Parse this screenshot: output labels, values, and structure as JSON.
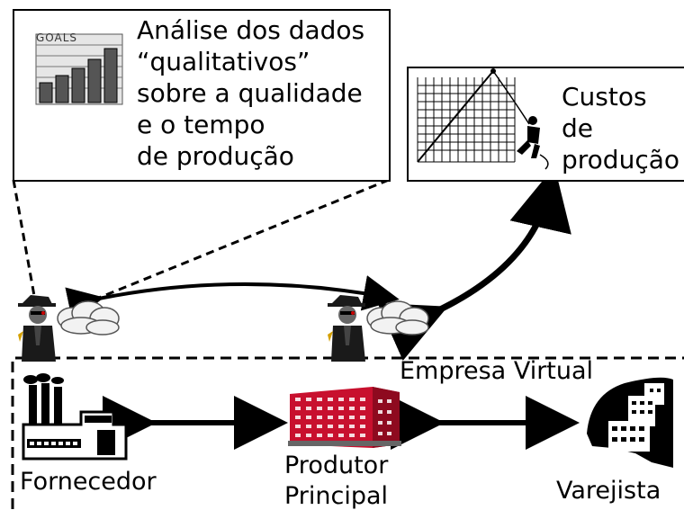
{
  "boxes": {
    "analysis": {
      "lines": [
        "Análise dos dados",
        "“qualitativos”",
        "sobre a qualidade",
        "e o tempo",
        "de produção"
      ],
      "chart_caption": "GOALS"
    },
    "costs": {
      "lines": [
        "Custos",
        "de",
        "produção"
      ]
    }
  },
  "enterprise": {
    "title": "Empresa Virtual",
    "nodes": {
      "supplier": "Fornecedor",
      "producer": [
        "Produtor",
        "Principal"
      ],
      "retailer": "Varejista"
    }
  }
}
